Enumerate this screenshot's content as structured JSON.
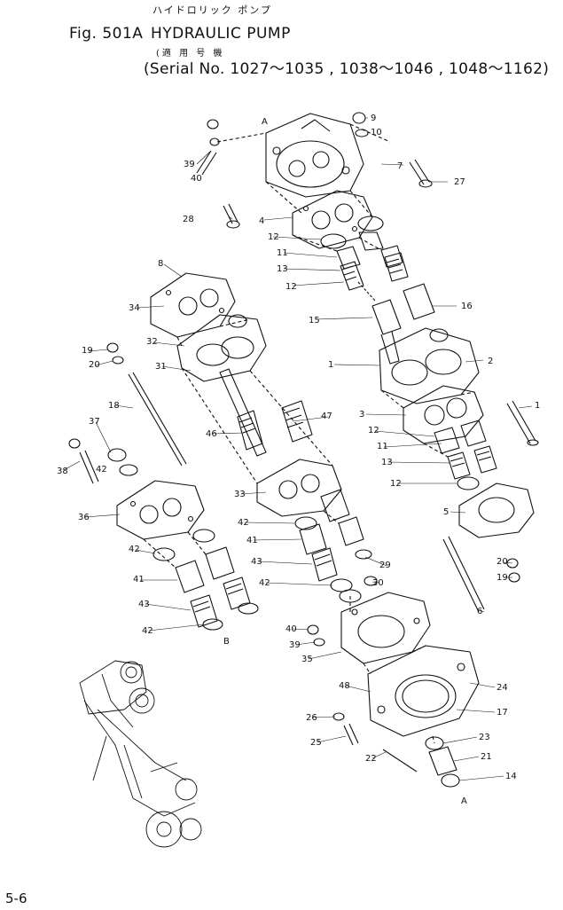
{
  "header": {
    "jp_title": "ハイドロリック ポンプ",
    "fig_label": "Fig. 501A",
    "title": "HYDRAULIC PUMP",
    "jp_serial": "(適 用 号 機",
    "serial": "(Serial No. 1027～1035 , 1038～1046 , 1048～1162)"
  },
  "callouts": {
    "c1": "1",
    "c2": "2",
    "c3": "3",
    "c4": "4",
    "c5": "5",
    "c6": "6",
    "c7": "7",
    "c8": "8",
    "c9": "9",
    "c10": "10",
    "c11": "11",
    "c12": "12",
    "c13": "13",
    "c14": "14",
    "c15": "15",
    "c16": "16",
    "c17": "17",
    "c18": "18",
    "c19": "19",
    "c20": "20",
    "c21": "21",
    "c22": "22",
    "c23": "23",
    "c24": "24",
    "c25": "25",
    "c26": "26",
    "c27": "27",
    "c28": "28",
    "c29": "29",
    "c30": "30",
    "c31": "31",
    "c32": "32",
    "c33": "33",
    "c34": "34",
    "c35": "35",
    "c36": "36",
    "c37": "37",
    "c38": "38",
    "c39": "39",
    "c40": "40",
    "c41": "41",
    "c42": "42",
    "c43": "43",
    "c46": "46",
    "c47": "47",
    "c48": "48",
    "ref_a": "A",
    "ref_b": "B"
  },
  "footer": {
    "page": "5-6"
  }
}
